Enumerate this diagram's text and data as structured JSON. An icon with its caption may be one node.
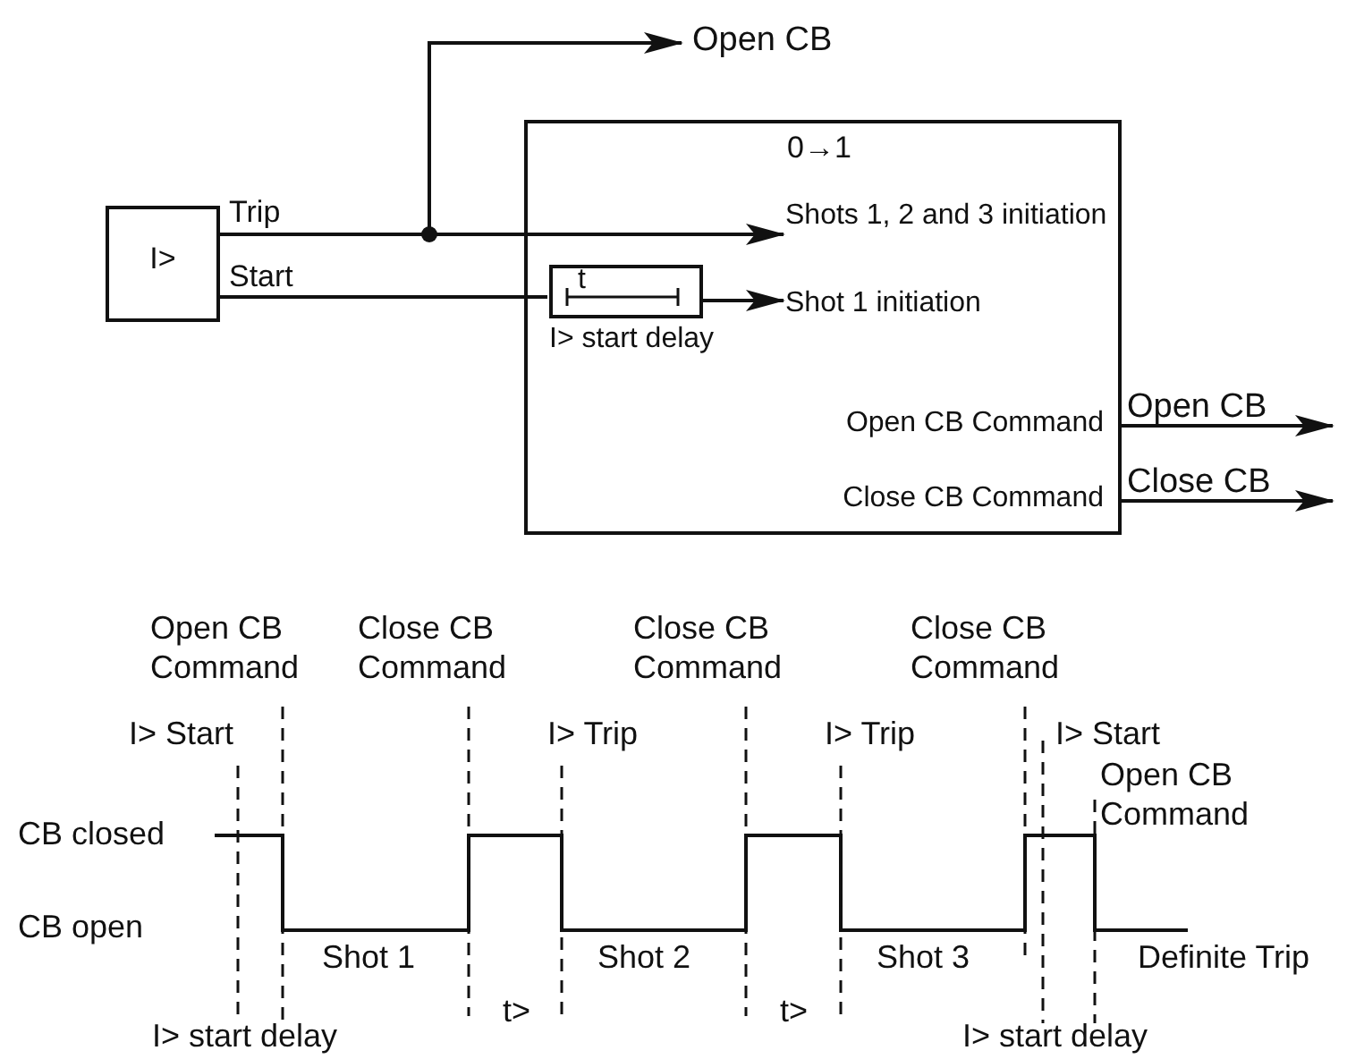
{
  "diagram": {
    "nodes": [
      {
        "text": [
          "I>"
        ]
      },
      {
        "text": [
          "0→1",
          "Open CB Command",
          "Close CB Command"
        ]
      },
      {
        "text": [
          "Shots 1, 2 and 3 initiation"
        ],
        "in": 1
      },
      {
        "text": [
          "t"
        ],
        "beside": [
          "I> start delay"
        ],
        "in": 1
      },
      {
        "text": [
          "Shot 1 initiation"
        ],
        "in": 1
      },
      {
        "text": [
          "Open CB"
        ]
      }
    ],
    "edges": [
      {
        "from": 0,
        "to": 2,
        "arrow": "to",
        "label": "Trip"
      },
      {
        "from": 0,
        "to": 5,
        "arrow": "to"
      },
      {
        "from": 0,
        "to": 3,
        "arrow": "none",
        "label": "Start"
      },
      {
        "from": 3,
        "to": 4,
        "arrow": "to"
      },
      {
        "from": 1,
        "to": null,
        "arrow": "to",
        "label": "Open CB"
      },
      {
        "from": 1,
        "to": null,
        "arrow": "to",
        "label": "Close CB"
      }
    ],
    "labels": [
      "Open CB Command",
      "Close CB Command",
      "Close CB Command",
      "Close CB Command",
      "I> Start",
      "I> Trip",
      "I> Trip",
      "I> Start",
      "Open CB Command",
      "CB closed",
      "CB open",
      "Shot 1",
      "Shot 2",
      "Shot 3",
      "Definite Trip",
      "t>",
      "t>",
      "I> start delay",
      "I> start delay"
    ]
  }
}
